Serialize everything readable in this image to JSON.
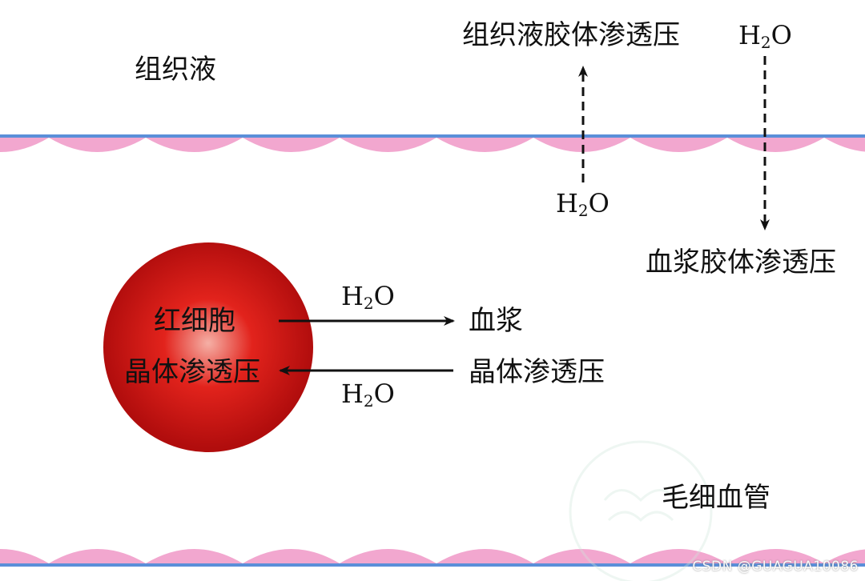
{
  "labels": {
    "interstitial_fluid": "组织液",
    "interstitial_colloid_pressure": "组织液胶体渗透压",
    "plasma_colloid_pressure": "血浆胶体渗透压",
    "rbc_line1": "红细胞",
    "rbc_line2": "晶体渗透压",
    "plasma": "血浆",
    "plasma_crystal_pressure": "晶体渗透压",
    "capillary": "毛细血管"
  },
  "water": {
    "base": "H",
    "subscript": "2",
    "tail": "O"
  },
  "watermark": "CSDN @GUAGUA10086",
  "colors": {
    "membrane_line": "#5b8fd9",
    "endothelium": "#f2a7cf",
    "rbc_center": "#f5b0a6",
    "rbc_mid": "#e2231c",
    "rbc_edge": "#b10d0d",
    "arrow": "#111111"
  }
}
